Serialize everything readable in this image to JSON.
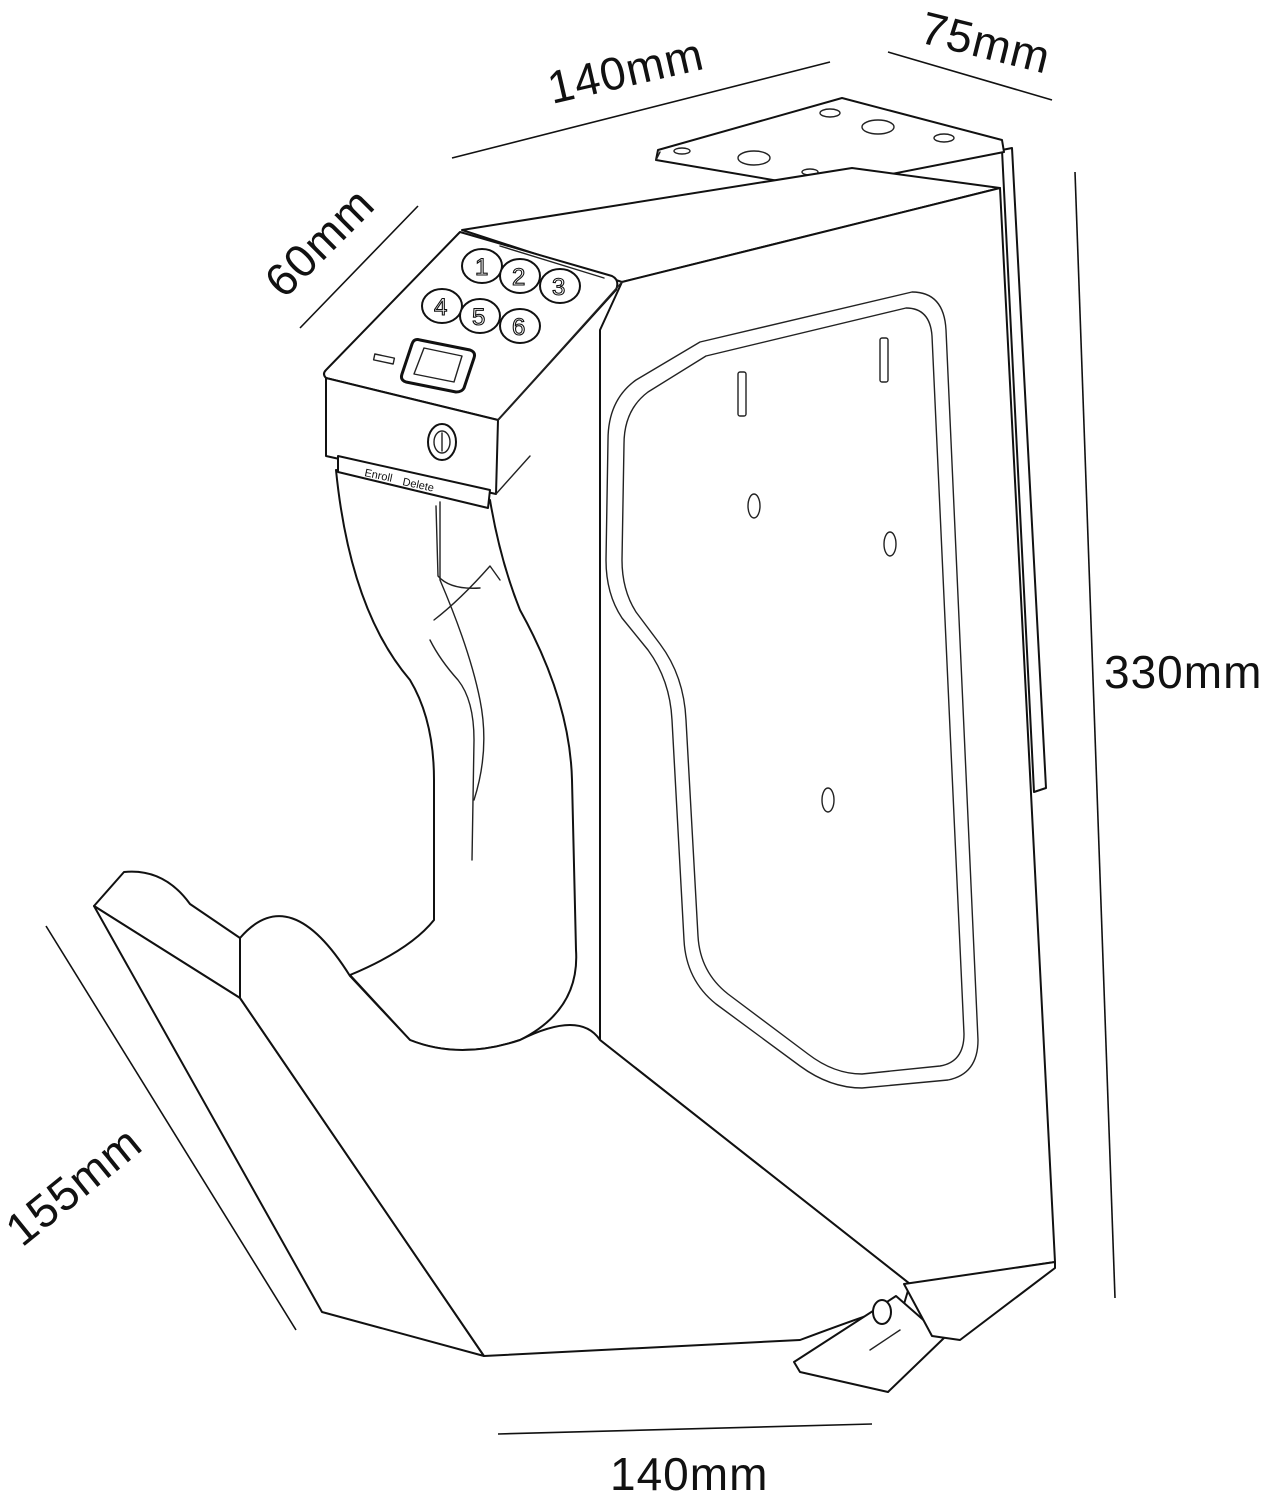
{
  "dimensions": {
    "top_width": "140mm",
    "top_depth": "75mm",
    "keypad_depth": "60mm",
    "height": "330mm",
    "front_length": "155mm",
    "bottom_width": "140mm"
  },
  "keypad": {
    "keys": [
      "1",
      "2",
      "3",
      "4",
      "5",
      "6"
    ],
    "enroll_label": "Enroll",
    "delete_label": "Delete"
  },
  "icons": {
    "fingerprint": "fingerprint-sensor-icon",
    "key_lock": "key-lock-icon",
    "battery": "battery-indicator-icon"
  },
  "colors": {
    "line": "#111111",
    "background": "#ffffff"
  }
}
